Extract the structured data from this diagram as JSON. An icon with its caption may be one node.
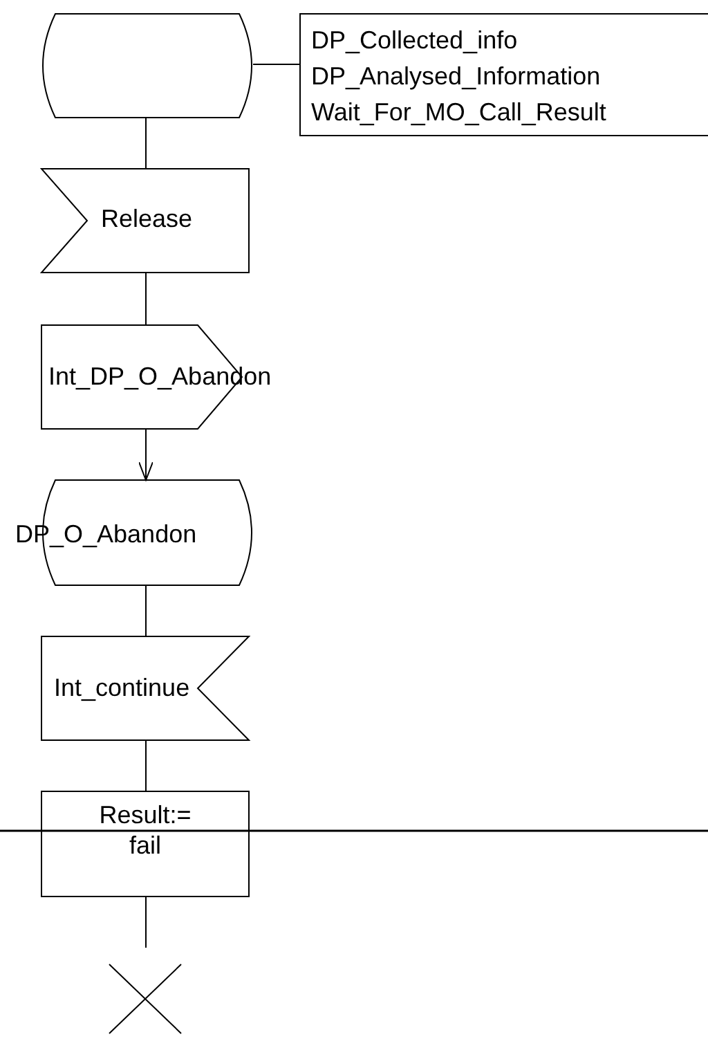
{
  "diagram": {
    "nodes": [
      {
        "text": [],
        "shape": "box"
      },
      {
        "text": [
          "DP_Collected_info",
          "DP_Analysed_Information",
          "Wait_For_MO_Call_Result"
        ]
      },
      {
        "text": [
          "Release"
        ]
      },
      {
        "text": [
          "Int_DP_O_Abandon"
        ]
      },
      {
        "text": [
          "DP_O_Abandon"
        ]
      },
      {
        "text": [
          "Int_continue"
        ]
      },
      {
        "text": [
          "Result:= fail"
        ]
      },
      {
        "text": [],
        "shape": "cross"
      }
    ],
    "edges": [
      {
        "from": 0,
        "to": 1,
        "arrow": "none"
      },
      {
        "from": 0,
        "to": 2,
        "arrow": "none"
      },
      {
        "from": 2,
        "to": 3,
        "arrow": "none"
      },
      {
        "from": 3,
        "to": 4,
        "arrow": "to"
      },
      {
        "from": 4,
        "to": 5,
        "arrow": "none"
      },
      {
        "from": 5,
        "to": 6,
        "arrow": "none"
      },
      {
        "from": 6,
        "to": 7,
        "arrow": "none"
      }
    ]
  }
}
